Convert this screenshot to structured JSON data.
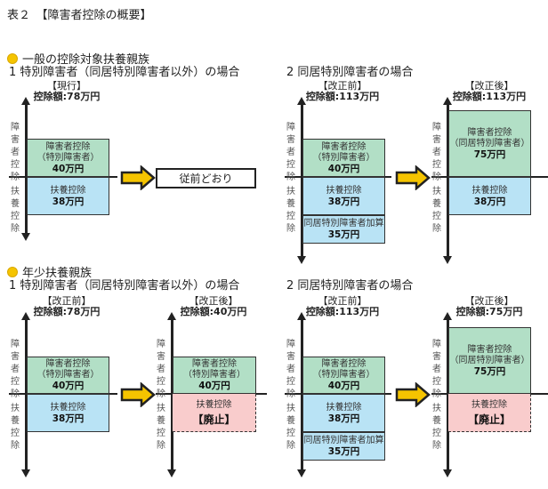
{
  "title": "表２　【障害者控除の概要】",
  "colors": {
    "disability": "#b2dfc6",
    "dependent": "#b9e3f5",
    "abolished": "#f9cccc",
    "arrow": "#f5c400"
  },
  "axis_labels": {
    "upper": "障害者控除",
    "lower": "扶養控除"
  },
  "sections": [
    {
      "heading": "一般の控除対象扶養親族",
      "cases": [
        {
          "heading": "1 特別障害者（同居特別障害者以外）の場合",
          "panels": [
            {
              "label": "【現行】",
              "amount": "控除額:78万円",
              "boxes": [
                {
                  "kind": "disability",
                  "lines": [
                    "障害者控除",
                    "（特別障害者）"
                  ],
                  "value": "40万円"
                },
                {
                  "kind": "dependent",
                  "lines": [
                    "扶養控除"
                  ],
                  "value": "38万円"
                }
              ]
            }
          ],
          "result_note": "従前どおり"
        },
        {
          "heading": "2 同居特別障害者の場合",
          "panels": [
            {
              "label": "【改正前】",
              "amount": "控除額:113万円",
              "boxes": [
                {
                  "kind": "disability",
                  "lines": [
                    "障害者控除",
                    "（特別障害者）"
                  ],
                  "value": "40万円"
                },
                {
                  "kind": "dependent",
                  "lines": [
                    "扶養控除"
                  ],
                  "value": "38万円"
                },
                {
                  "kind": "dependent",
                  "lines": [
                    "同居特別障害者加算"
                  ],
                  "value": "35万円"
                }
              ]
            },
            {
              "label": "【改正後】",
              "amount": "控除額:113万円",
              "boxes": [
                {
                  "kind": "disability",
                  "lines": [
                    "障害者控除",
                    "（同居特別障害者）"
                  ],
                  "value": "75万円"
                },
                {
                  "kind": "dependent",
                  "lines": [
                    "扶養控除"
                  ],
                  "value": "38万円"
                }
              ]
            }
          ]
        }
      ]
    },
    {
      "heading": "年少扶養親族",
      "cases": [
        {
          "heading": "1 特別障害者（同居特別障害者以外）の場合",
          "panels": [
            {
              "label": "【改正前】",
              "amount": "控除額:78万円",
              "boxes": [
                {
                  "kind": "disability",
                  "lines": [
                    "障害者控除",
                    "（特別障害者）"
                  ],
                  "value": "40万円"
                },
                {
                  "kind": "dependent",
                  "lines": [
                    "扶養控除"
                  ],
                  "value": "38万円"
                }
              ]
            },
            {
              "label": "【改正後】",
              "amount": "控除額:40万円",
              "boxes": [
                {
                  "kind": "disability",
                  "lines": [
                    "障害者控除",
                    "（特別障害者）"
                  ],
                  "value": "40万円"
                },
                {
                  "kind": "abolished",
                  "lines": [
                    "扶養控除"
                  ],
                  "value": "【廃止】"
                }
              ]
            }
          ]
        },
        {
          "heading": "2 同居特別障害者の場合",
          "panels": [
            {
              "label": "【改正前】",
              "amount": "控除額:113万円",
              "boxes": [
                {
                  "kind": "disability",
                  "lines": [
                    "障害者控除",
                    "（特別障害者）"
                  ],
                  "value": "40万円"
                },
                {
                  "kind": "dependent",
                  "lines": [
                    "扶養控除"
                  ],
                  "value": "38万円"
                },
                {
                  "kind": "dependent",
                  "lines": [
                    "同居特別障害者加算"
                  ],
                  "value": "35万円"
                }
              ]
            },
            {
              "label": "【改正後】",
              "amount": "控除額:75万円",
              "boxes": [
                {
                  "kind": "disability",
                  "lines": [
                    "障害者控除",
                    "（同居特別障害者）"
                  ],
                  "value": "75万円"
                },
                {
                  "kind": "abolished",
                  "lines": [
                    "扶養控除"
                  ],
                  "value": "【廃止】"
                }
              ]
            }
          ]
        }
      ]
    }
  ]
}
